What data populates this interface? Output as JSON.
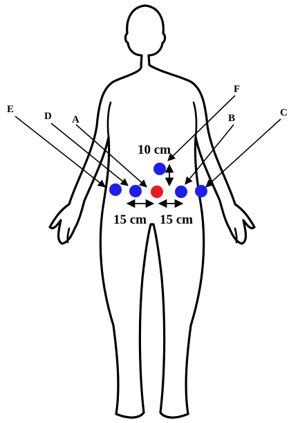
{
  "colors": {
    "outline": "#000000",
    "background": "#ffffff",
    "lateral_points": "#1e1ef0",
    "center_point": "#e81c1c"
  },
  "points": [
    {
      "label": "A",
      "color": "#e81c1c"
    },
    {
      "label": "B",
      "color": "#1e1ef0"
    },
    {
      "label": "C",
      "color": "#1e1ef0"
    },
    {
      "label": "D",
      "color": "#1e1ef0"
    },
    {
      "label": "E",
      "color": "#1e1ef0"
    },
    {
      "label": "F",
      "color": "#1e1ef0"
    }
  ],
  "distances": {
    "vertical": "10 cm",
    "left": "15 cm",
    "right": "15 cm"
  }
}
